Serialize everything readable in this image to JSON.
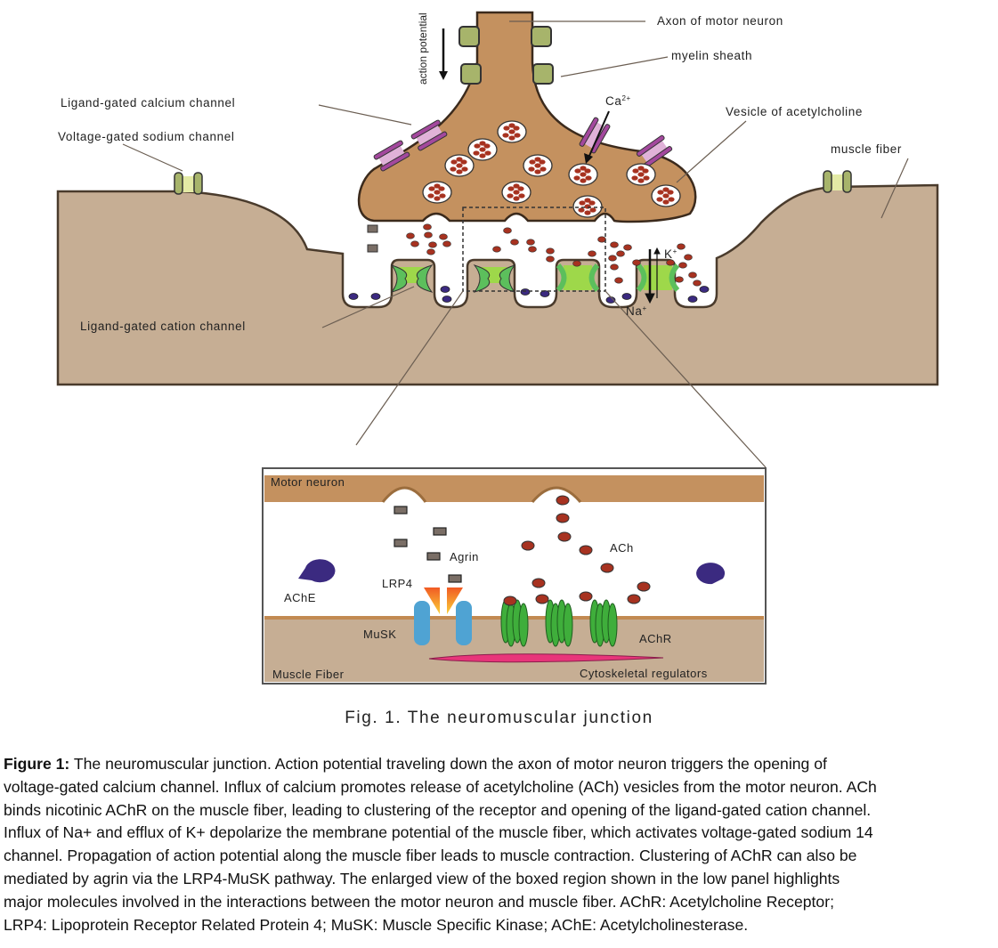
{
  "labels": {
    "axon": "Axon of motor neuron",
    "myelin": "myelin sheath",
    "action_potential": "action potential",
    "ligand_calcium": "Ligand-gated calcium channel",
    "voltage_sodium": "Voltage-gated sodium channel",
    "calcium_ion": "Ca",
    "calcium_charge": "2+",
    "vesicle": "Vesicle of acetylcholine",
    "muscle_fiber": "muscle fiber",
    "potassium_ion": "K",
    "potassium_charge": "+",
    "sodium_ion": "Na",
    "sodium_charge": "+",
    "ligand_cation": "Ligand-gated cation channel"
  },
  "inset": {
    "motor_neuron": "Motor neuron",
    "agrin": "Agrin",
    "lrp4": "LRP4",
    "ache": "AChE",
    "ach": "ACh",
    "musk": "MuSK",
    "achr": "AChR",
    "muscle_fiber": "Muscle Fiber",
    "cytoskeletal": "Cytoskeletal regulators"
  },
  "colors": {
    "axon": "#c4915f",
    "muscle": "#c6ae94",
    "myelin": "#a7b46b",
    "channel_purple": "#a3489d",
    "channel_pink": "#e0b2d8",
    "ach": "#a73220",
    "ache": "#3b2a80",
    "achr": "#3fae3b",
    "musk": "#4fa3d3",
    "cytoskeletal": "#e8357a"
  },
  "figure_title": "Fig. 1. The neuromuscular junction",
  "caption": {
    "label": "Figure 1:",
    "lines": [
      " The neuromuscular junction. Action potential traveling down the axon of motor neuron triggers the opening of",
      "voltage-gated calcium channel. Influx of calcium promotes release of acetylcholine (ACh) vesicles from the motor neuron. ACh",
      "binds nicotinic AChR on the muscle fiber, leading to clustering of the receptor and opening of the ligand-gated cation channel.",
      "Influx of Na+ and efflux of K+ depolarize the membrane potential of the muscle fiber, which activates voltage-gated sodium 14",
      "channel. Propagation of action potential along the muscle fiber leads to muscle contraction. Clustering of AChR can also be",
      "mediated by agrin via the LRP4-MuSK pathway. The enlarged view of the boxed region shown in the low panel highlights",
      "major molecules involved in the interactions between the motor neuron and muscle fiber. AChR: Acetylcholine Receptor;",
      "LRP4: Lipoprotein Receptor Related Protein 4; MuSK: Muscle Specific Kinase; AChE: Acetylcholinesterase."
    ]
  }
}
